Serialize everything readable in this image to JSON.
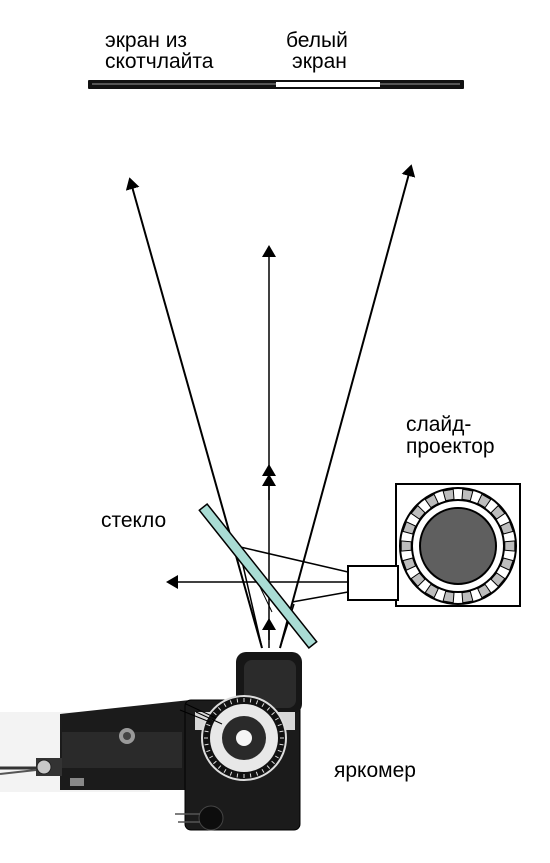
{
  "labels": {
    "scotchlite_line1": "экран из",
    "scotchlite_line2": "скотчлайта",
    "white_line1": "белый",
    "white_line2": "экран",
    "projector_line1": "слайд-",
    "projector_line2": "проектор",
    "glass": "стекло",
    "meter": "яркомер"
  },
  "colors": {
    "ink": "#000000",
    "glass_fill": "#a9dcd4",
    "screen_white": "#ffffff",
    "projector_disc": "#5f5f5f",
    "camera_body": "#1b1b1b"
  }
}
